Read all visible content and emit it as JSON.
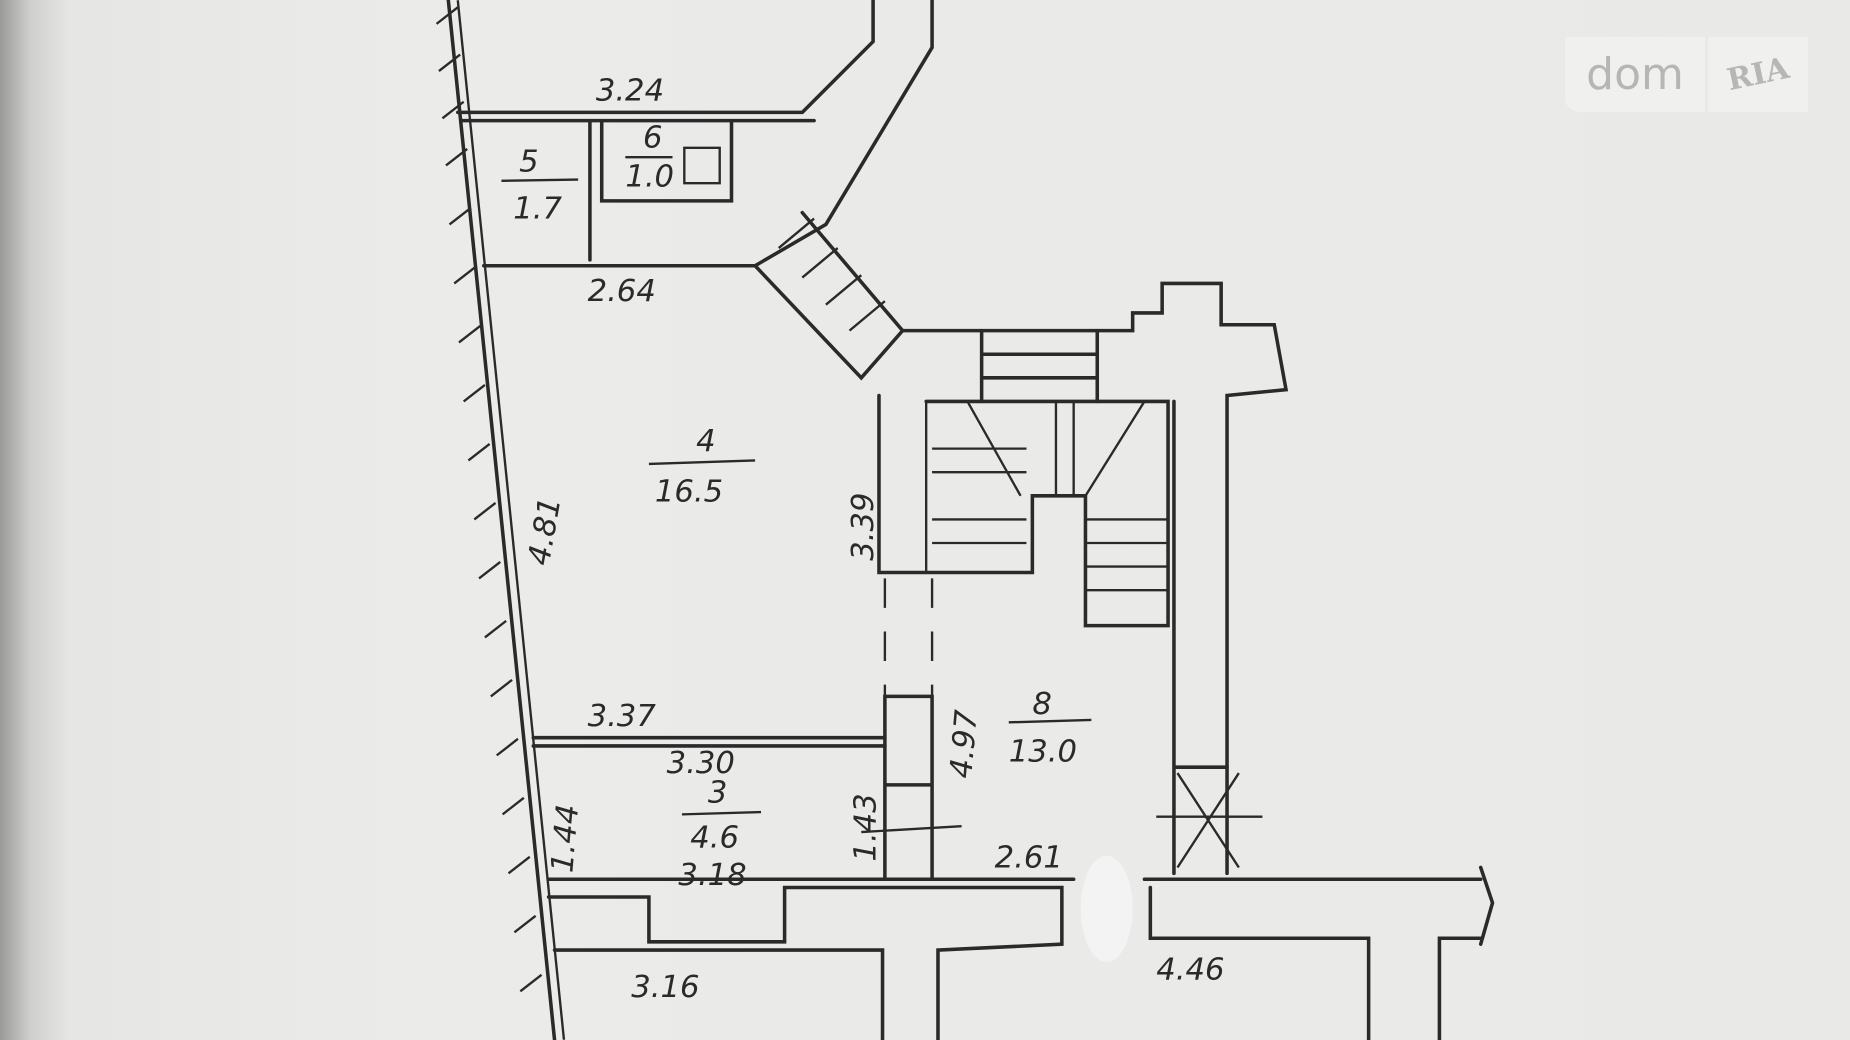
{
  "watermark": {
    "brand_left": "dom",
    "brand_right": "RIA"
  },
  "rooms": [
    {
      "number": "4",
      "area": "16.5"
    },
    {
      "number": "5",
      "area": "1.7"
    },
    {
      "number": "6",
      "area": "1.0"
    },
    {
      "number": "3",
      "area": "4.6"
    },
    {
      "number": "8",
      "area": "13.0"
    }
  ],
  "dimensions": [
    "3.24",
    "2.64",
    "4.81",
    "3.39",
    "3.37",
    "3.30",
    "1.44",
    "1.43",
    "3.18",
    "4.97",
    "2.61",
    "3.16",
    "4.46"
  ]
}
